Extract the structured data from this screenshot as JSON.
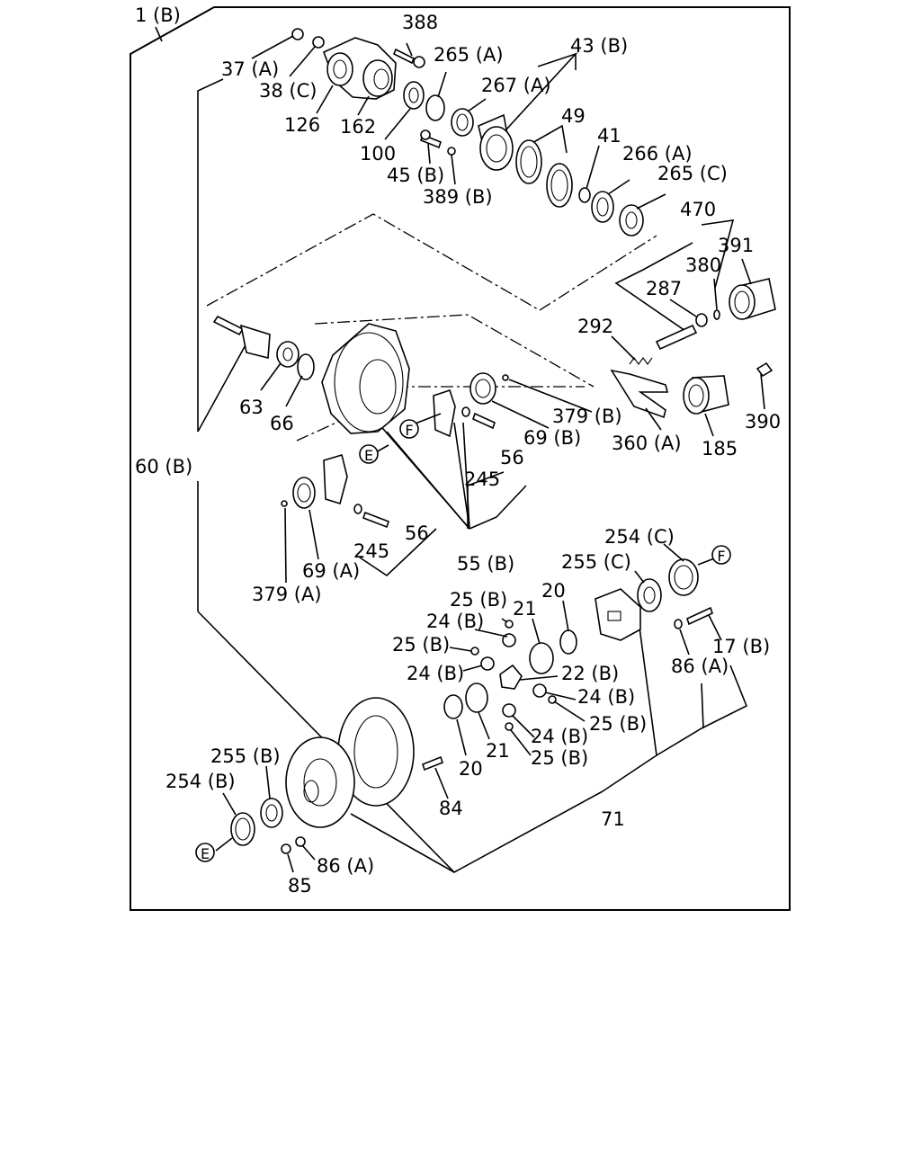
{
  "labels": {
    "l_1B": "1 (B)",
    "l_388": "388",
    "l_37A": "37 (A)",
    "l_265A": "265 (A)",
    "l_43B": "43 (B)",
    "l_38C": "38 (C)",
    "l_267A": "267 (A)",
    "l_126": "126",
    "l_162": "162",
    "l_49": "49",
    "l_100": "100",
    "l_41": "41",
    "l_266A": "266 (A)",
    "l_45B": "45 (B)",
    "l_265C": "265 (C)",
    "l_389B": "389 (B)",
    "l_470": "470",
    "l_391": "391",
    "l_380": "380",
    "l_287": "287",
    "l_292": "292",
    "l_63": "63",
    "l_66": "66",
    "l_379B": "379 (B)",
    "l_390": "390",
    "l_69B": "69 (B)",
    "l_360A": "360 (A)",
    "l_185": "185",
    "l_60B": "60 (B)",
    "l_56a": "56",
    "l_245a": "245",
    "l_56b": "56",
    "l_245b": "245",
    "l_55B": "55 (B)",
    "l_69A": "69 (A)",
    "l_379A": "379 (A)",
    "l_254C": "254 (C)",
    "l_255C": "255 (C)",
    "l_25B_1": "25 (B)",
    "l_20a": "20",
    "l_21a": "21",
    "l_24B_1": "24 (B)",
    "l_25B_2": "25 (B)",
    "l_17B": "17 (B)",
    "l_86A_1": "86 (A)",
    "l_24B_2": "24 (B)",
    "l_22B": "22 (B)",
    "l_24B_3": "24 (B)",
    "l_25B_3": "25 (B)",
    "l_24B_4": "24 (B)",
    "l_21b": "21",
    "l_25B_4": "25 (B)",
    "l_255B": "255 (B)",
    "l_20b": "20",
    "l_254B": "254 (B)",
    "l_84": "84",
    "l_71": "71",
    "l_86A_2": "86 (A)",
    "l_85": "85"
  },
  "callouts": {
    "E": "E",
    "F": "F"
  }
}
